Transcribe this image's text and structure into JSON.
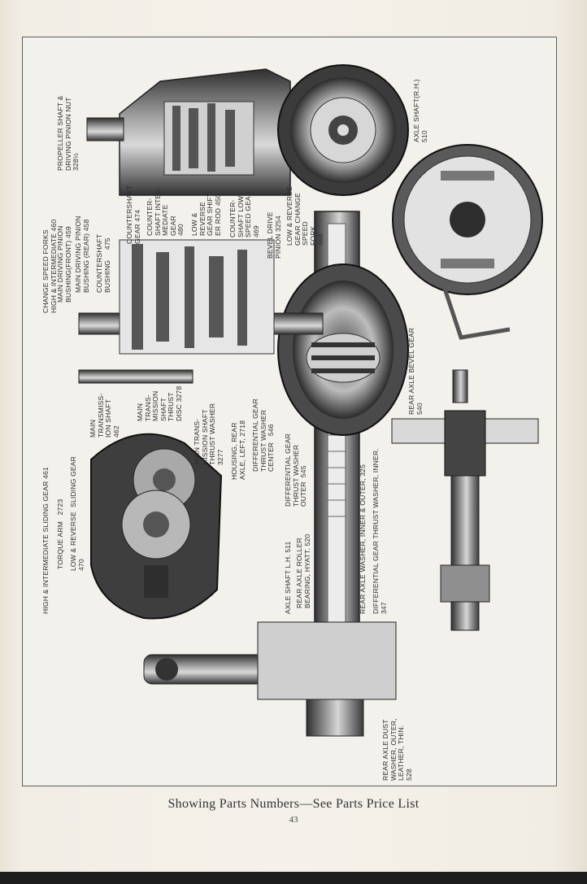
{
  "caption": "Showing Parts Numbers—See Parts Price List",
  "page_number": "43",
  "labels": {
    "propeller_shaft": "PROPELLER SHAFT &\nDRIVING PINION NUT\n328½",
    "axle_shaft_rh": "AXLE SHAFT(R.H.)\n510",
    "change_speed_forks": "CHANGE SPEED FORKS\nHIGH & INTERMEDIATE 460",
    "main_driving_pinion_front": "MAIN DRIVING PINION\nBUSHING(FRONT) 459",
    "main_driving_pinion_rear": "MAIN DRIVING PINION\nBUSHING (REAR) 458",
    "countershaft_bushing": "COUNTERSHAFT\nBUSHING     475",
    "countershaft_gear": "COUNTERSHAFT\nGEAR 474",
    "countershaft_intermediate": "COUNTER-\nSHAFT INTER-\nMEDIATE\nGEAR\n480",
    "low_reverse_gear_shifter": "LOW &\nREVERSE\nGEAR SHIFT-\nER ROD 450",
    "countershaft_low_speed": "COUNTER-\nSHAFT LOW\nSPEED GEAR\n469",
    "bevel_drive_pinion": "BEVEL DRIVE\nPINION 3254",
    "low_reverse_gear_change": "LOW & REVERSE\nGEAR CHANGE\nSPEED\nFORK\n468",
    "high_intermediate_sliding": "HIGH & INTERMEDIATE SLIDING GEAR 461",
    "torque_arm": "TORQUE ARM   2723",
    "low_reverse_sliding": "LOW & REVERSE  SLIDING GEAR\n470",
    "main_transmission_shaft": "MAIN\nTRANSMISS-\nION SHAFT\n462",
    "main_transmission_thrust_disc": "MAIN\nTRANS-\nMISSION\nSHAFT\nTHRUST\nDISC 3278",
    "main_transmission_thrust_washer": "MAIN TRANS-\nMISSION SHAFT\nTHRUST WASHER\n3277",
    "housing_rear_axle": "HOUSING, REAR\nAXLE, LEFT, 2718",
    "differential_gear_thrust_center": "DIFFERENTIAL GEAR\nTHRUST WASHER\nCENTER   546",
    "differential_gear_thrust_outer": "DIFFERENTIAL GEAR\nTHRUST WASHER\nOUTER  545",
    "axle_shaft_lh": "AXLE SHAFT L.H. 511",
    "rear_axle_roller_bearing": "REAR AXLE ROLLER\nBEARING, HYATT. 520",
    "rear_axle_washer": "REAR AXLE WASHER, INNER & OUTER, 325",
    "differential_gear_thrust_inner": "DIFFERENTIAL GEAR THRUST WASHER, INNER.\n347",
    "rear_axle_bevel_gear": "REAR AXLE BEVEL GEAR\n540",
    "rear_axle_dust_washer": "REAR AXLE DUST\nWASHER, OUTER,\nLEATHER, THIN.\n528"
  },
  "colors": {
    "paper": "#f3f1ec",
    "ink": "#2a2a2a",
    "metal_dark": "#3b3b3b",
    "metal_mid": "#8d8d8d",
    "metal_light": "#c9c9c9"
  }
}
